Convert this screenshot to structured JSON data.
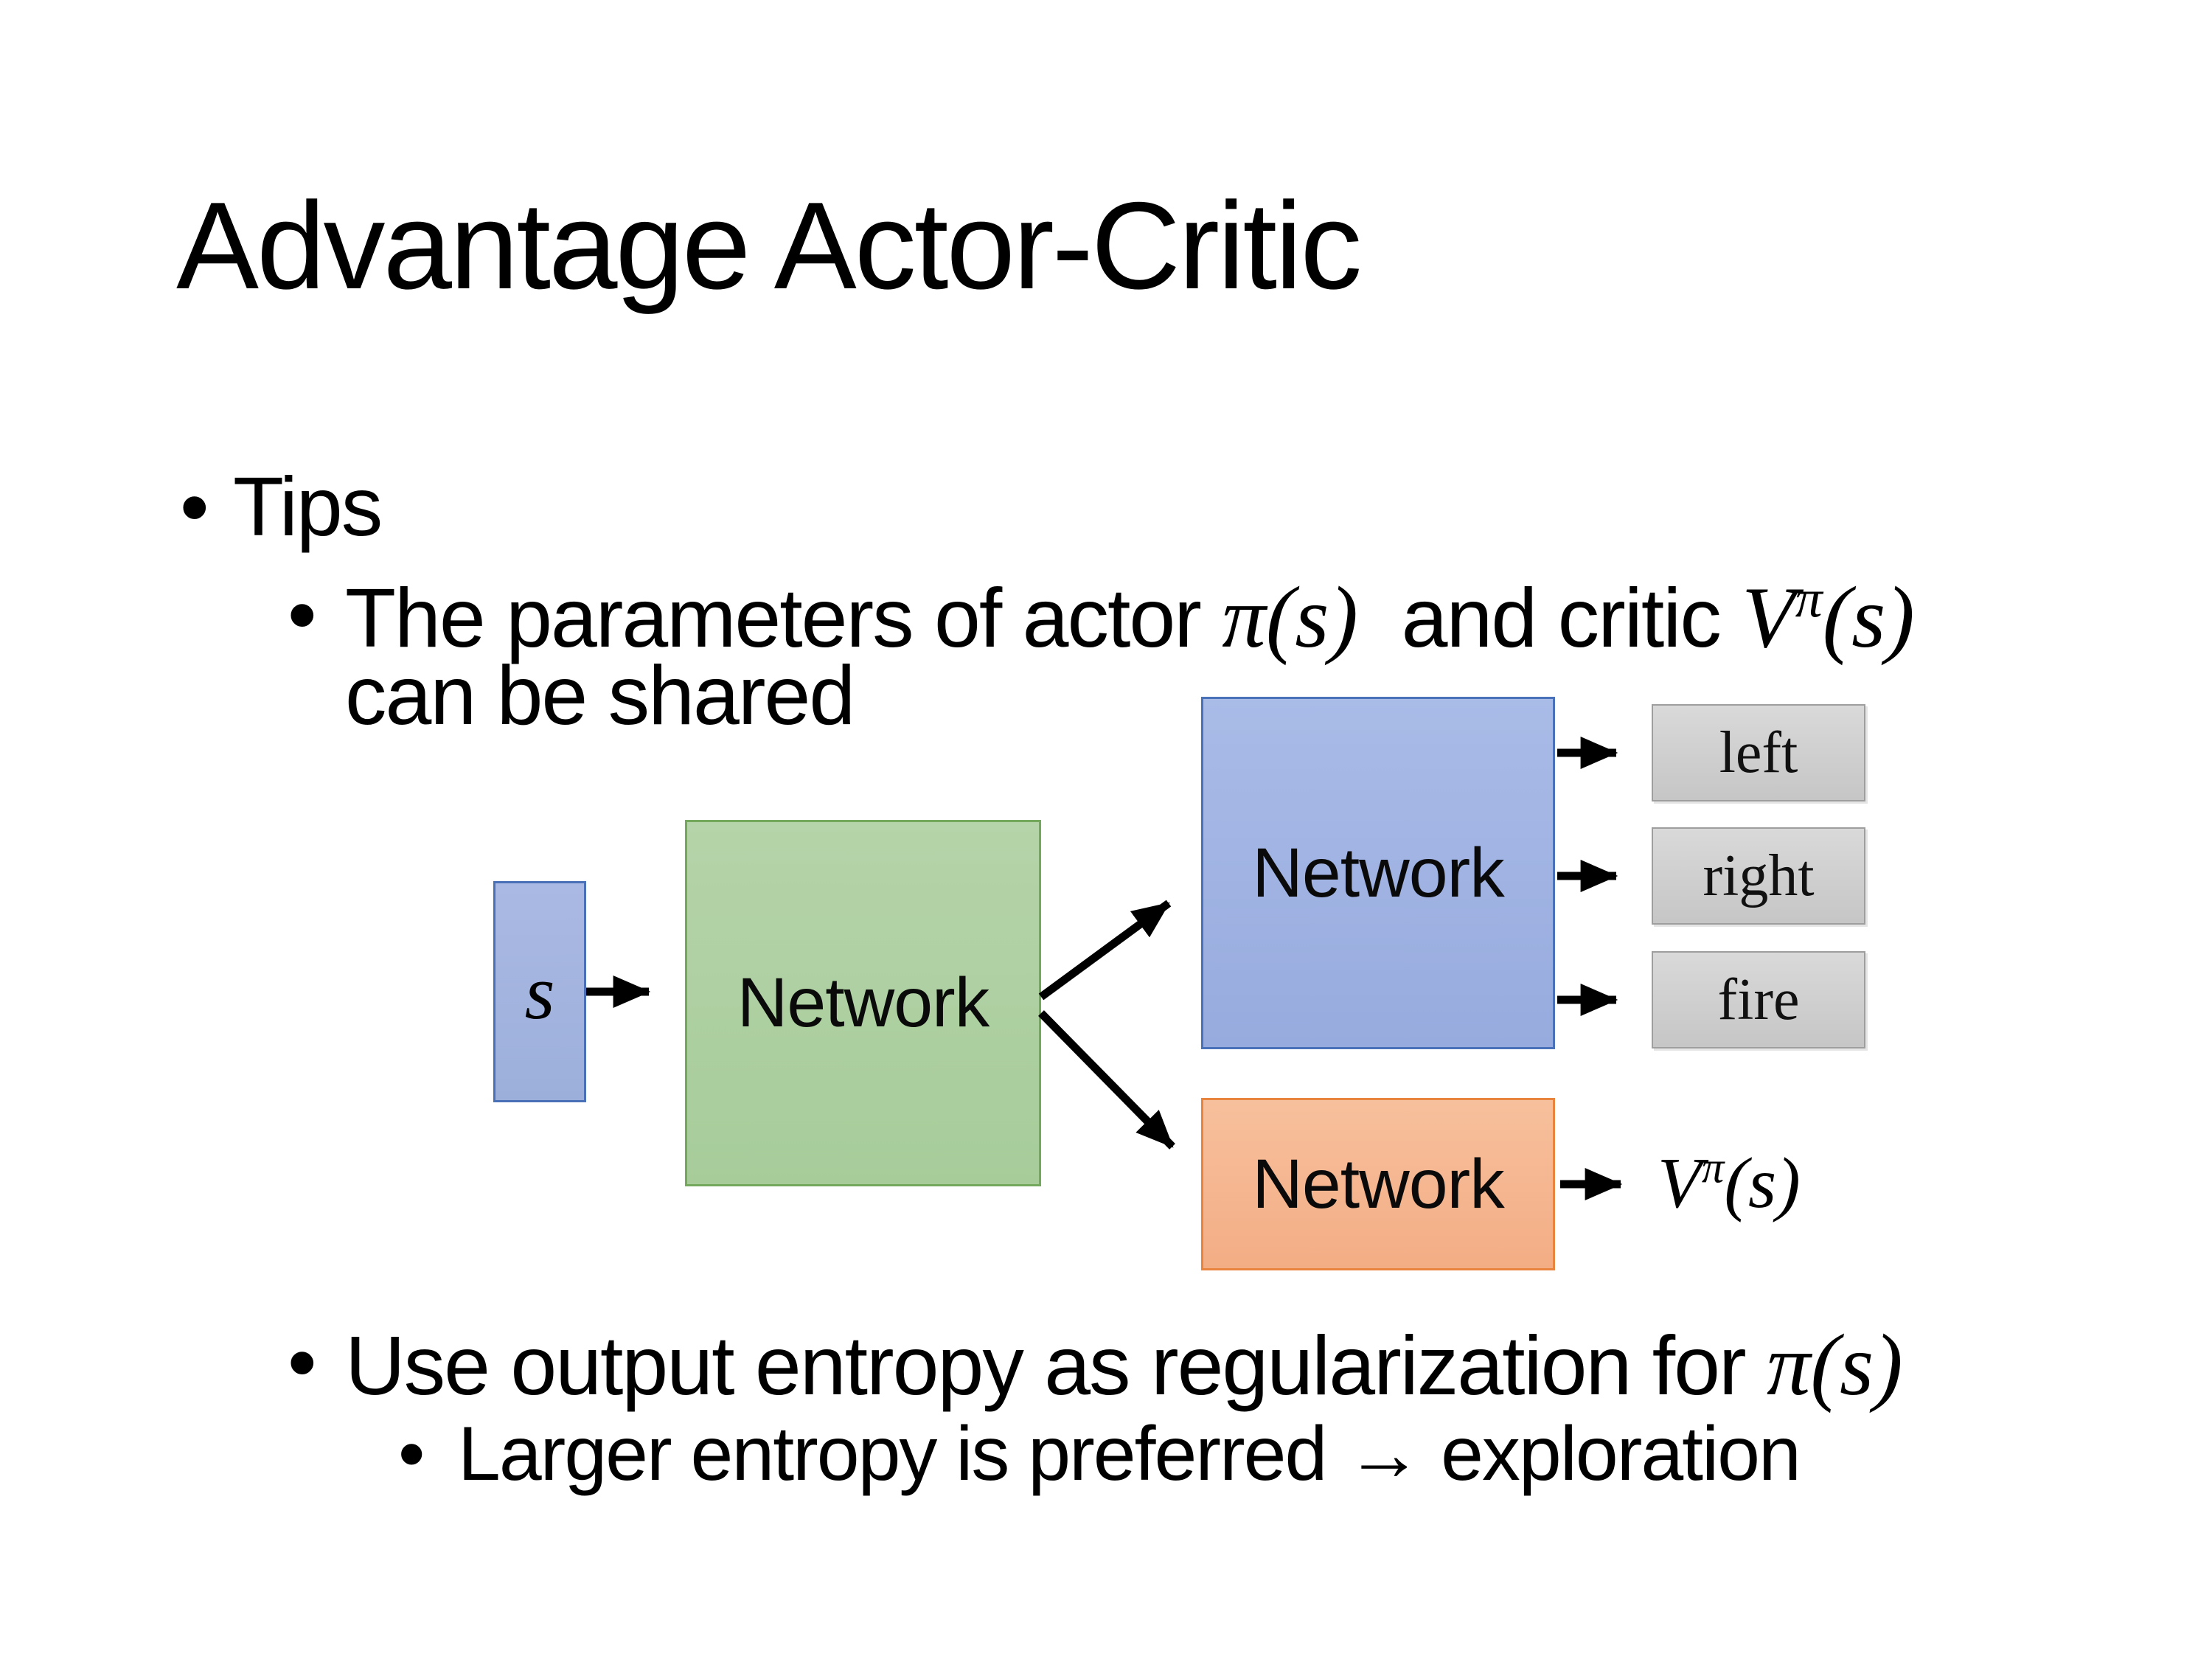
{
  "slide": {
    "title": "Advantage Actor-Critic",
    "bullet_glyph": "•",
    "bullets": {
      "tips": "Tips",
      "param_prefix": "The parameters of actor ",
      "param_pi": "π(s)",
      "param_mid": "  and critic ",
      "param_v": "V",
      "param_v_sup": "π",
      "param_v_args": "(s)",
      "param_line2": "can be shared",
      "entropy_prefix": "Use output entropy as regularization for ",
      "entropy_pi": "π(s)",
      "larger": "Larger entropy is preferred → exploration"
    },
    "diagram": {
      "input_label": "s",
      "shared_network_label": "Network",
      "actor_network_label": "Network",
      "critic_network_label": "Network",
      "actions": [
        "left",
        "right",
        "fire"
      ],
      "value_v": "V",
      "value_sup": "π",
      "value_args": "(s)",
      "colors": {
        "input_fill": "#a3b3dd",
        "input_border": "#4a70b8",
        "shared_fill": "#aed1a4",
        "shared_border": "#74a85c",
        "actor_fill": "#a0b4e2",
        "actor_border": "#4a72ba",
        "critic_fill": "#f5b78f",
        "critic_border": "#e8843e",
        "action_fill": "#d4d4d4",
        "action_border": "#9e9e9e",
        "arrow": "#000000"
      }
    }
  }
}
